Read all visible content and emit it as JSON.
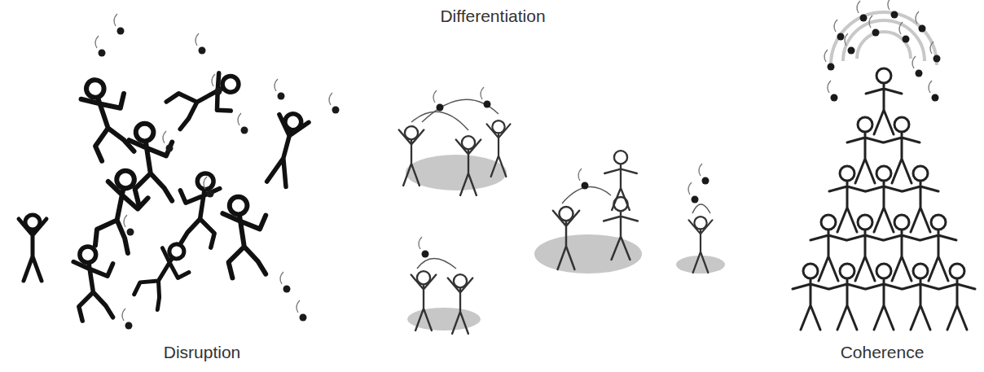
{
  "diagram": {
    "labels": [
      "Disruption",
      "Differentiation",
      "Coherence"
    ]
  }
}
